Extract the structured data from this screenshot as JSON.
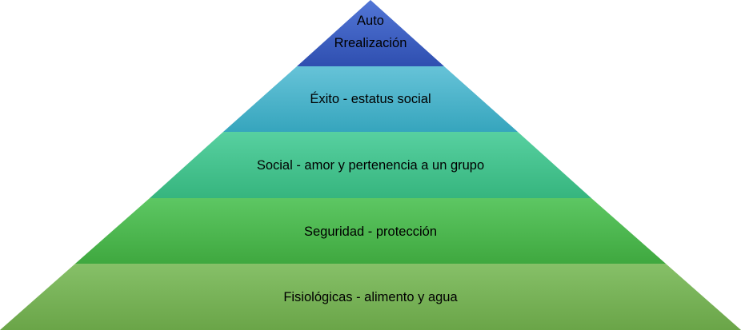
{
  "pyramid": {
    "levels": [
      {
        "label_lines": [
          "Auto",
          "Rrealización"
        ],
        "color_top": "#5276d6",
        "color_bottom": "#2f4fb0"
      },
      {
        "label": "Éxito - estatus social",
        "color_top": "#66c3d8",
        "color_bottom": "#36a5bd"
      },
      {
        "label": "Social - amor y pertenencia a un grupo",
        "color_top": "#57d0a0",
        "color_bottom": "#36b57e"
      },
      {
        "label": "Seguridad - protección",
        "color_top": "#5dc763",
        "color_bottom": "#3fa83f"
      },
      {
        "label": "Fisiológicas - alimento y agua",
        "color_top": "#86c068",
        "color_bottom": "#6aa548"
      }
    ]
  }
}
